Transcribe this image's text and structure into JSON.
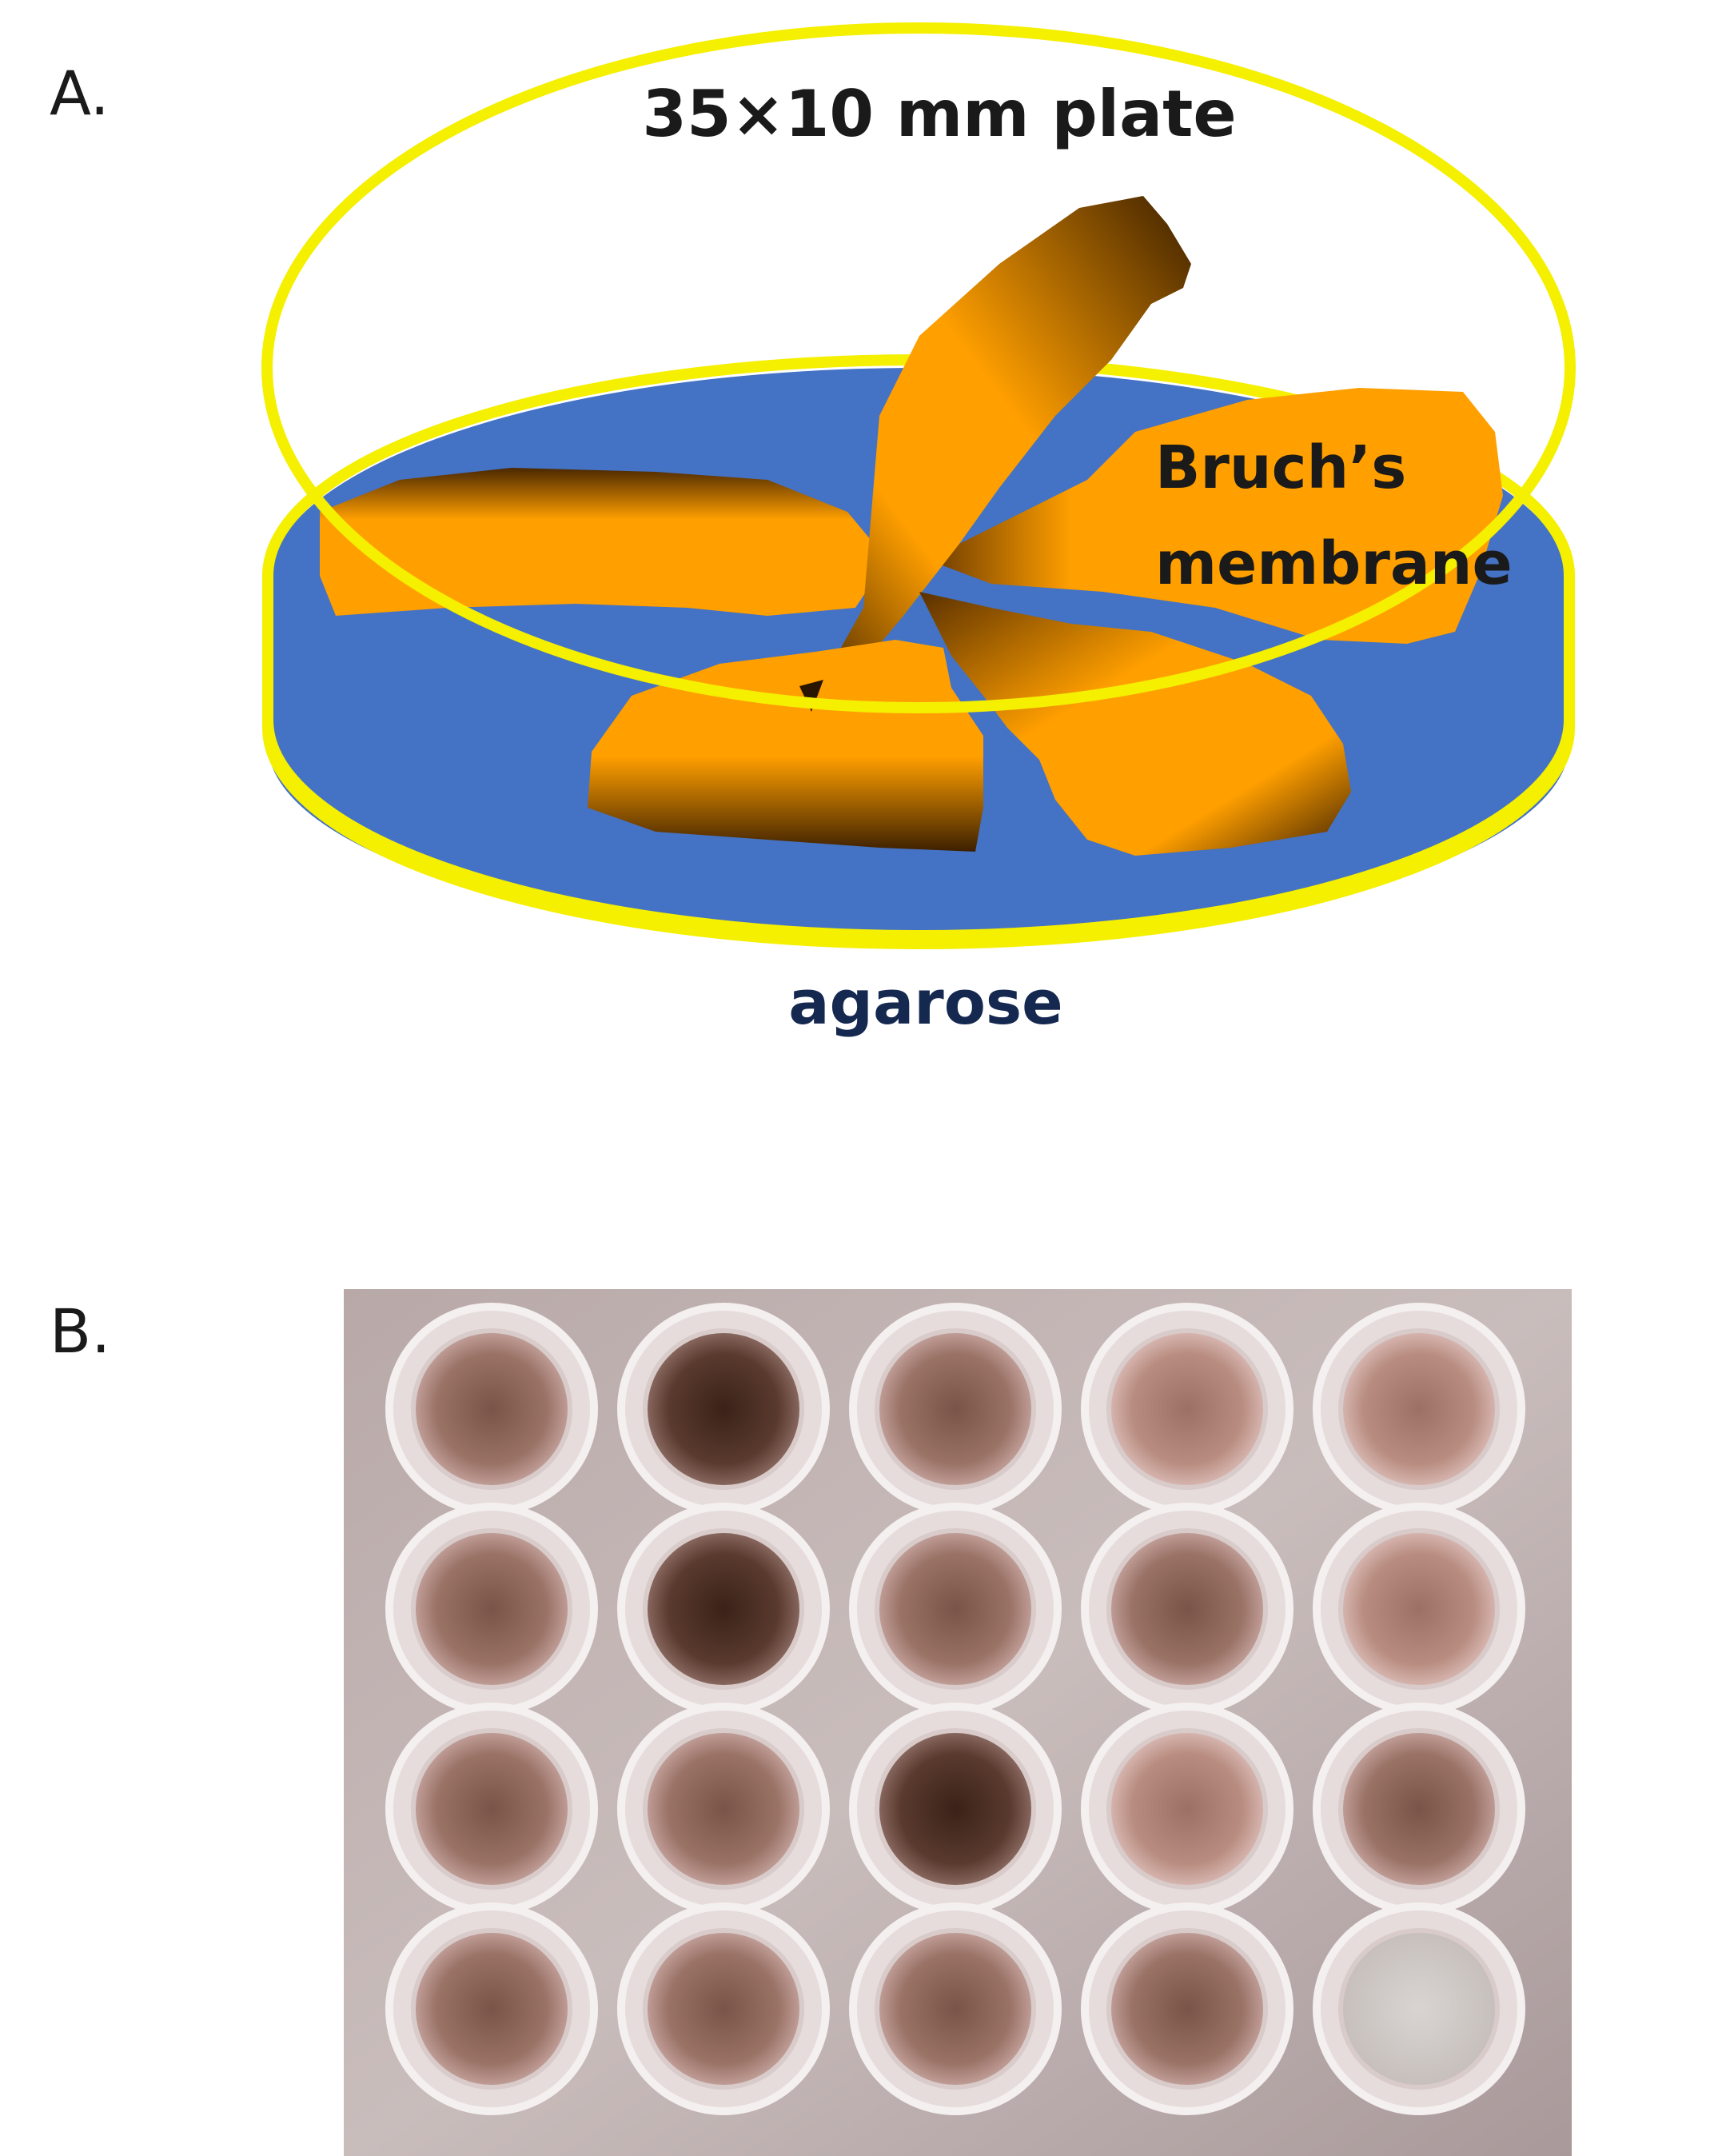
{
  "panels": {
    "a_label": "A.",
    "b_label": "B."
  },
  "diagram": {
    "plate_label": "35×10 mm plate",
    "membrane_label_line1": "Bruch’s",
    "membrane_label_line2": "membrane",
    "agarose_label": "agarose",
    "colors": {
      "plate_outline": "#f5ef00",
      "agarose": "#4472c4",
      "membrane_light": "#ff9f00",
      "membrane_dark": "#3d2000",
      "text": "#1a1a1a",
      "agarose_text": "#142850"
    }
  },
  "photo": {
    "plate_rows": 4,
    "plate_cols": 5,
    "wells": [
      [
        "medium",
        "dark",
        "medium",
        "light",
        "light"
      ],
      [
        "medium",
        "dark",
        "medium",
        "medium",
        "light"
      ],
      [
        "medium",
        "medium",
        "dark",
        "light",
        "medium"
      ],
      [
        "medium",
        "medium",
        "medium",
        "medium",
        "empty"
      ]
    ]
  }
}
